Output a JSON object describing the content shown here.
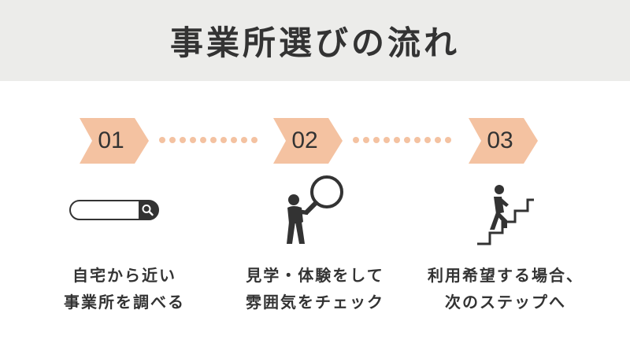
{
  "title": "事業所選びの流れ",
  "colors": {
    "header_bg": "#ececea",
    "badge": "#f4c2a1",
    "text": "#333333",
    "dots": "#f4c2a1"
  },
  "steps": [
    {
      "number": "01",
      "icon": "search-bar-icon",
      "caption_lines": [
        "自宅から近い",
        "事業所を調べる"
      ]
    },
    {
      "number": "02",
      "icon": "person-with-magnifier-icon",
      "caption_lines": [
        "見学・体験をして",
        "雰囲気をチェック"
      ]
    },
    {
      "number": "03",
      "icon": "person-climbing-stairs-icon",
      "caption_lines": [
        "利用希望する場合、",
        "次のステップへ"
      ]
    }
  ]
}
